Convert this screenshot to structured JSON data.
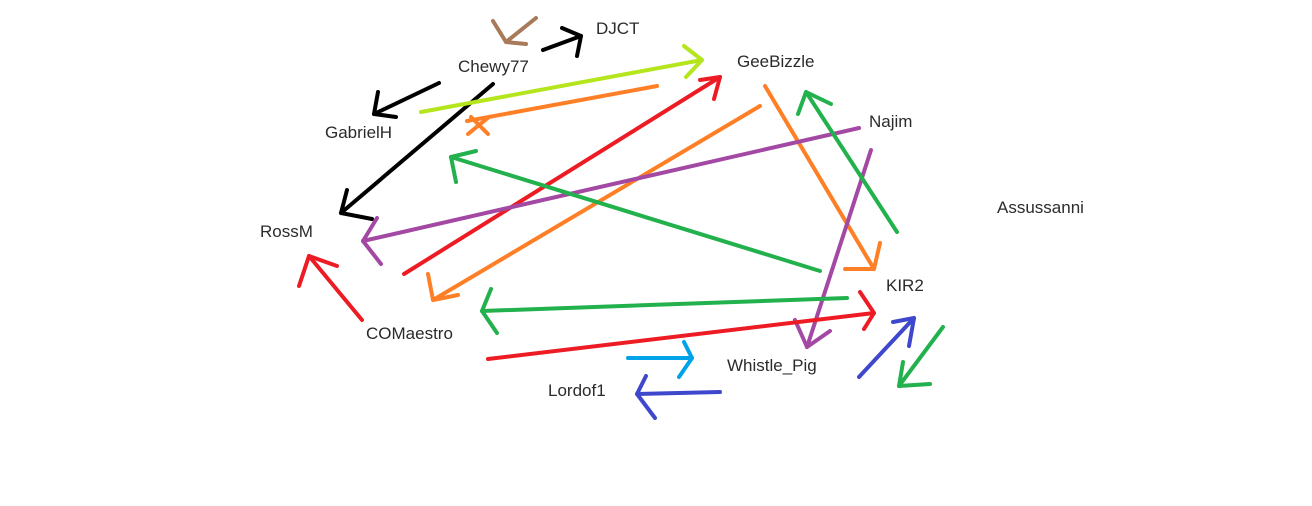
{
  "nodes": {
    "djct": "DJCT",
    "chewy77": "Chewy77",
    "geebizzle": "GeeBizzle",
    "gabrielh": "GabrielH",
    "najim": "Najim",
    "assussanni": "Assussanni",
    "rossm": "RossM",
    "kir2": "KIR2",
    "comaestro": "COMaestro",
    "whistle_pig": "Whistle_Pig",
    "lordof1": "Lordof1"
  },
  "colors": {
    "brown": "#a87a5a",
    "black": "#000000",
    "lime": "#b5e61d",
    "orange": "#ff7f27",
    "red": "#ed1c24",
    "purple": "#a349a4",
    "green": "#22b14c",
    "cyan": "#00a2e8",
    "blue": "#3f48cc"
  },
  "edges": [
    {
      "from": "Chewy77",
      "to": "Chewy77",
      "color": "brown"
    },
    {
      "from": "Chewy77",
      "to": "DJCT",
      "color": "black"
    },
    {
      "from": "Chewy77",
      "to": "GabrielH",
      "color": "black"
    },
    {
      "from": "Chewy77",
      "to": "RossM",
      "color": "black"
    },
    {
      "from": "GabrielH",
      "to": "GeeBizzle",
      "color": "lime"
    },
    {
      "from": "GeeBizzle",
      "to": "GabrielH",
      "color": "orange"
    },
    {
      "from": "COMaestro",
      "to": "GeeBizzle",
      "color": "red"
    },
    {
      "from": "GeeBizzle",
      "to": "COMaestro",
      "color": "orange"
    },
    {
      "from": "GeeBizzle",
      "to": "KIR2",
      "color": "orange"
    },
    {
      "from": "Najim",
      "to": "RossM",
      "color": "purple"
    },
    {
      "from": "Najim",
      "to": "Whistle_Pig",
      "color": "purple"
    },
    {
      "from": "KIR2",
      "to": "GeeBizzle",
      "color": "green"
    },
    {
      "from": "KIR2",
      "to": "GabrielH",
      "color": "green"
    },
    {
      "from": "KIR2",
      "to": "COMaestro",
      "color": "green"
    },
    {
      "from": "KIR2",
      "to": "KIR2",
      "color": "green"
    },
    {
      "from": "COMaestro",
      "to": "RossM",
      "color": "red"
    },
    {
      "from": "COMaestro",
      "to": "KIR2",
      "color": "red"
    },
    {
      "from": "Lordof1",
      "to": "Whistle_Pig",
      "color": "cyan"
    },
    {
      "from": "Whistle_Pig",
      "to": "Lordof1",
      "color": "blue"
    },
    {
      "from": "Whistle_Pig",
      "to": "KIR2",
      "color": "blue"
    }
  ]
}
